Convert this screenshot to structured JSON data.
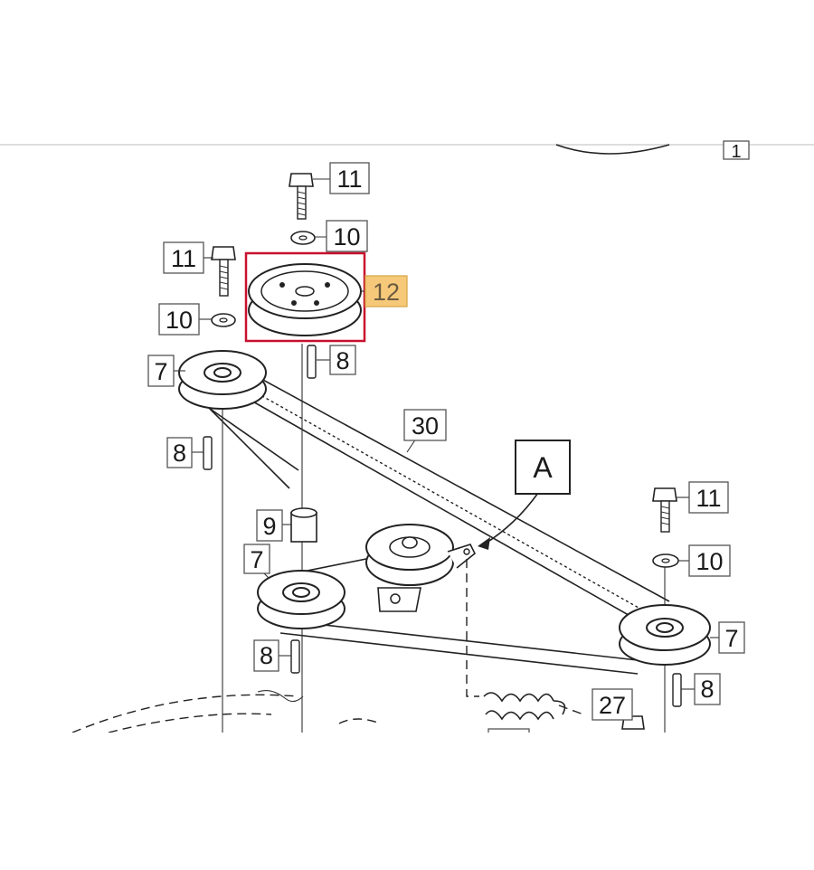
{
  "diagram": {
    "callouts": {
      "c11a": "11",
      "c10a": "10",
      "c11b": "11",
      "c10b": "10",
      "c12": "12",
      "c8a": "8",
      "c7a": "7",
      "c30": "30",
      "c8b": "8",
      "cA": "A",
      "c9": "9",
      "c7b": "7",
      "c11c": "11",
      "c10c": "10",
      "c7c": "7",
      "c8c": "8",
      "c8d": "8",
      "c27": "27",
      "c1": "1"
    },
    "highlight_color": "#c8102e",
    "label_highlight_color": "#f6c97a"
  }
}
